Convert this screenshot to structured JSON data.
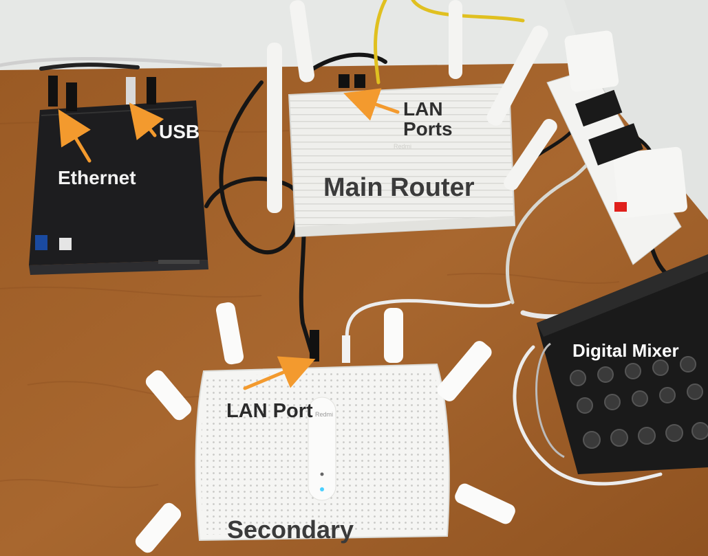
{
  "annotations": {
    "ethernet": "Ethernet",
    "usb": "USB",
    "lan_ports_line1": "LAN",
    "lan_ports_line2": "Ports",
    "main_router": "Main Router",
    "digital_mixer": "Digital Mixer",
    "lan_port": "LAN Port",
    "secondary": "Secondary"
  },
  "colors": {
    "arrow": "#f39a2e",
    "desk_wood": "#a0612a",
    "wall": "#e6e8e6",
    "router_body": "#f1f1ef",
    "mini_pc": "#1d1d1f",
    "mixer": "#1a1a1a",
    "power_indicator": "#e0201c"
  }
}
